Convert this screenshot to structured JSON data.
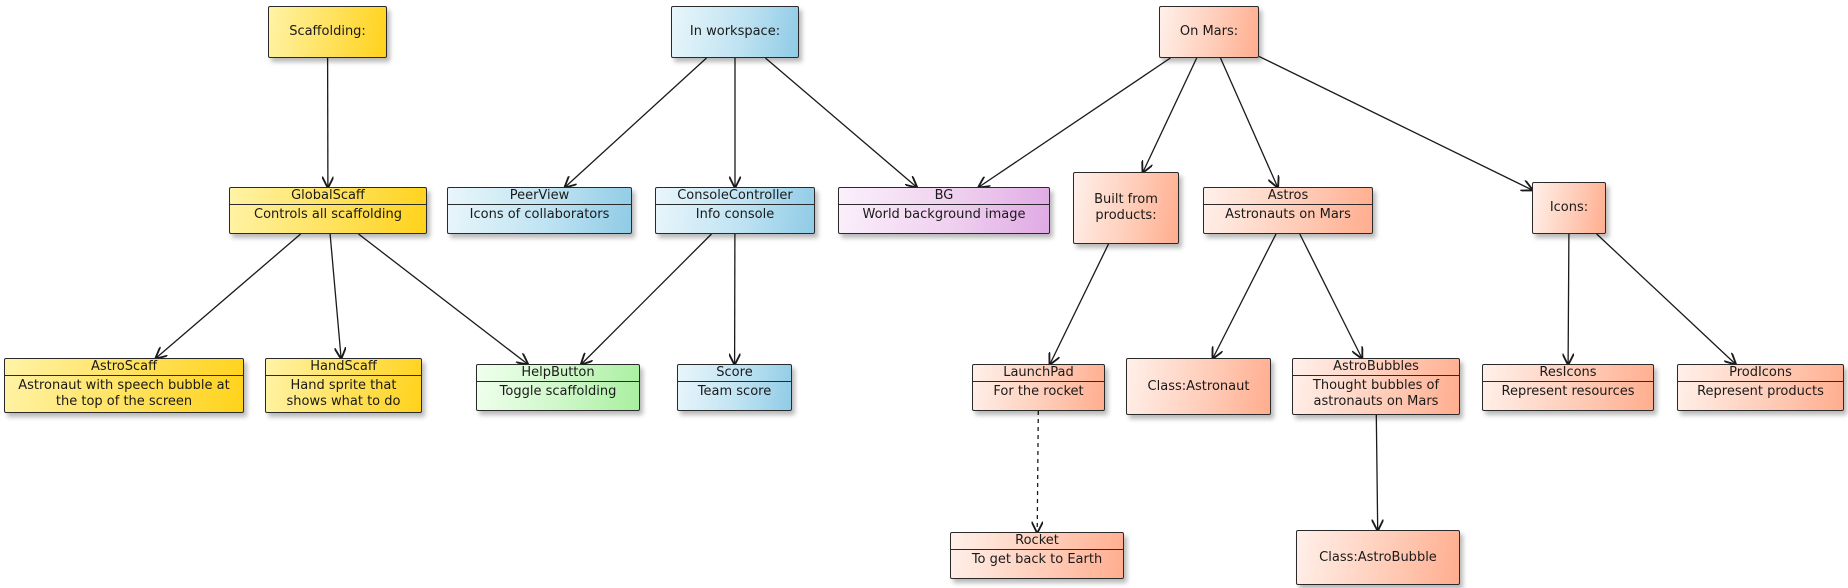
{
  "diagram": {
    "nodes": [
      {
        "id": "scaffolding",
        "color": "yellow",
        "title": "",
        "desc": "Scaffolding:"
      },
      {
        "id": "globalscaff",
        "color": "yellow",
        "title": "GlobalScaff",
        "desc": "Controls all scaffolding"
      },
      {
        "id": "astroscaff",
        "color": "yellow",
        "title": "AstroScaff",
        "desc": "Astronaut with speech bubble at the top of the screen"
      },
      {
        "id": "handscaff",
        "color": "yellow",
        "title": "HandScaff",
        "desc": "Hand sprite that shows what to do"
      },
      {
        "id": "helpbutton",
        "color": "green",
        "title": "HelpButton",
        "desc": "Toggle scaffolding"
      },
      {
        "id": "workspace",
        "color": "blue",
        "title": "",
        "desc": "In workspace:"
      },
      {
        "id": "peerview",
        "color": "blue",
        "title": "PeerView",
        "desc": "Icons of collaborators"
      },
      {
        "id": "consolecontroller",
        "color": "blue",
        "title": "ConsoleController",
        "desc": "Info console"
      },
      {
        "id": "score",
        "color": "blue",
        "title": "Score",
        "desc": "Team score"
      },
      {
        "id": "bg",
        "color": "purple",
        "title": "BG",
        "desc": "World background image"
      },
      {
        "id": "mars",
        "color": "orange",
        "title": "",
        "desc": "On Mars:"
      },
      {
        "id": "builtfrom",
        "color": "orange",
        "title": "",
        "desc": "Built from products:"
      },
      {
        "id": "launchpad",
        "color": "orange",
        "title": "LaunchPad",
        "desc": "For the rocket"
      },
      {
        "id": "rocket",
        "color": "orange",
        "title": "Rocket",
        "desc": "To get back to Earth"
      },
      {
        "id": "astros",
        "color": "orange",
        "title": "Astros",
        "desc": "Astronauts on Mars"
      },
      {
        "id": "classastronaut",
        "color": "orange",
        "title": "",
        "desc": "Class:Astronaut"
      },
      {
        "id": "astrobubbles",
        "color": "orange",
        "title": "AstroBubbles",
        "desc": "Thought bubbles of astronauts on Mars"
      },
      {
        "id": "classastrobubble",
        "color": "orange",
        "title": "",
        "desc": "Class:AstroBubble"
      },
      {
        "id": "icons",
        "color": "orange",
        "title": "",
        "desc": "Icons:"
      },
      {
        "id": "resicons",
        "color": "orange",
        "title": "ResIcons",
        "desc": "Represent resources"
      },
      {
        "id": "prodicons",
        "color": "orange",
        "title": "ProdIcons",
        "desc": "Represent products"
      }
    ],
    "edges": [
      {
        "from": "scaffolding",
        "to": "globalscaff",
        "style": "solid"
      },
      {
        "from": "globalscaff",
        "to": "astroscaff",
        "style": "solid"
      },
      {
        "from": "globalscaff",
        "to": "handscaff",
        "style": "solid"
      },
      {
        "from": "globalscaff",
        "to": "helpbutton",
        "style": "solid"
      },
      {
        "from": "workspace",
        "to": "peerview",
        "style": "solid"
      },
      {
        "from": "workspace",
        "to": "consolecontroller",
        "style": "solid"
      },
      {
        "from": "workspace",
        "to": "bg",
        "style": "solid"
      },
      {
        "from": "consolecontroller",
        "to": "helpbutton",
        "style": "solid"
      },
      {
        "from": "consolecontroller",
        "to": "score",
        "style": "solid"
      },
      {
        "from": "mars",
        "to": "bg",
        "style": "solid"
      },
      {
        "from": "mars",
        "to": "builtfrom",
        "style": "solid"
      },
      {
        "from": "mars",
        "to": "astros",
        "style": "solid"
      },
      {
        "from": "mars",
        "to": "icons",
        "style": "solid"
      },
      {
        "from": "builtfrom",
        "to": "launchpad",
        "style": "solid"
      },
      {
        "from": "launchpad",
        "to": "rocket",
        "style": "dashed"
      },
      {
        "from": "astros",
        "to": "classastronaut",
        "style": "solid"
      },
      {
        "from": "astros",
        "to": "astrobubbles",
        "style": "solid"
      },
      {
        "from": "astrobubbles",
        "to": "classastrobubble",
        "style": "solid"
      },
      {
        "from": "icons",
        "to": "resicons",
        "style": "solid"
      },
      {
        "from": "icons",
        "to": "prodicons",
        "style": "solid"
      }
    ]
  }
}
